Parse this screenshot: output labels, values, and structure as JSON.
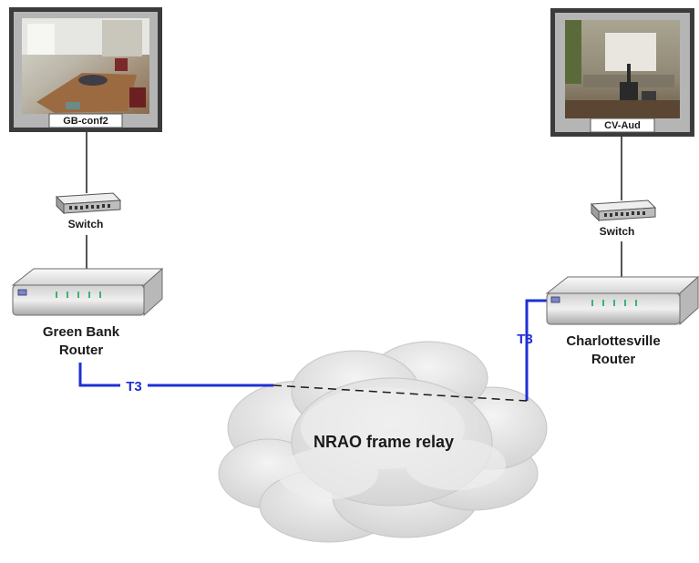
{
  "monitors": {
    "left": {
      "label": "GB-conf2"
    },
    "right": {
      "label": "CV-Aud"
    }
  },
  "switches": {
    "left": {
      "label": "Switch"
    },
    "right": {
      "label": "Switch"
    }
  },
  "routers": {
    "left": {
      "line1": "Green Bank",
      "line2": "Router"
    },
    "right": {
      "line1": "Charlottesville",
      "line2": "Router"
    }
  },
  "links": {
    "left": {
      "label": "T3"
    },
    "right": {
      "label": "T3"
    }
  },
  "cloud": {
    "label": "NRAO frame relay"
  },
  "colors": {
    "link": "#1f2fd6",
    "monitor_frame": "#3b3b3b",
    "cloud": "#e4e4e4"
  }
}
